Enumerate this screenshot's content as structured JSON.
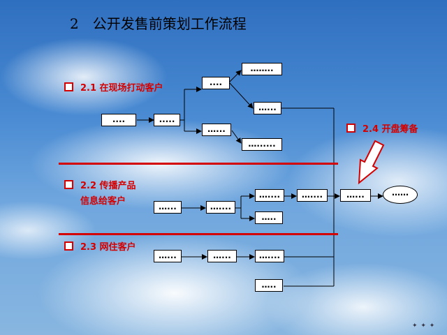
{
  "title": {
    "number": "2",
    "text": "公开发售前策划工作流程"
  },
  "sections": [
    {
      "line1": "2.1 在现场打动客户",
      "line2": ""
    },
    {
      "line1": "2.2 传播产品",
      "line2": "信息给客户"
    },
    {
      "line1": "2.3 网住客户",
      "line2": ""
    },
    {
      "line1": "2.4 开盘筹备",
      "line2": ""
    }
  ],
  "boxes": {
    "b1": "....",
    "b2": ".....",
    "b3": "....",
    "b4": "……..",
    "b5": "…...",
    "b6": "…...",
    "b7": "…......",
    "c1": "…...",
    "c2": "…....",
    "c3": "…....",
    "c4": "…....",
    "c5": "…...",
    "c6": "…..",
    "c7": "…...",
    "d1": "…...",
    "d2": "…...",
    "d3": "…....",
    "d4": "…..",
    "end": "……"
  },
  "colors": {
    "accent": "#d40000",
    "sky": "#4a8bd3"
  }
}
